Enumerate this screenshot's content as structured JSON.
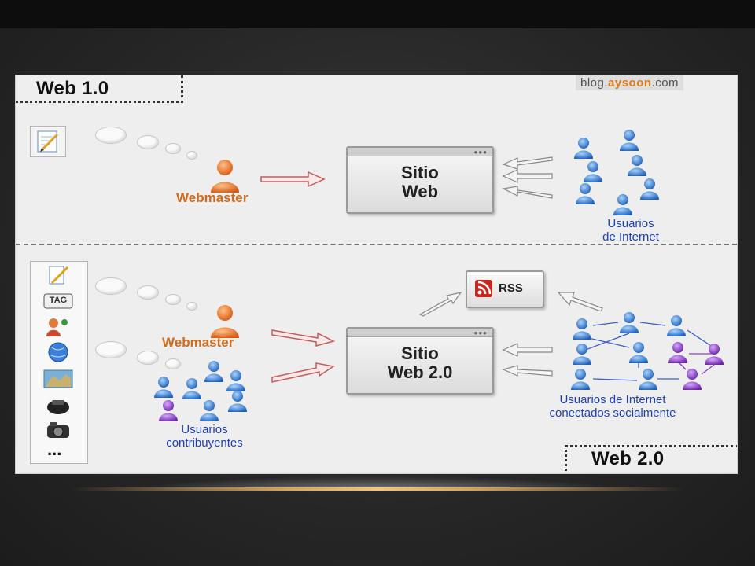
{
  "watermark": {
    "prefix": "blog.",
    "brand": "aysoon",
    "suffix": ".com"
  },
  "web1": {
    "title": "Web 1.0",
    "author_label": "Webmaster",
    "site_label_line1": "Sitio",
    "site_label_line2": "Web",
    "users_label_line1": "Usuarios",
    "users_label_line2": "de Internet"
  },
  "web2": {
    "title": "Web 2.0",
    "author_label": "Webmaster",
    "contributors_label_line1": "Usuarios",
    "contributors_label_line2": "contribuyentes",
    "site_label_line1": "Sitio",
    "site_label_line2": "Web 2.0",
    "rss_label": "RSS",
    "social_users_line1": "Usuarios de Internet",
    "social_users_line2": "conectados socialmente",
    "tools": [
      {
        "icon": "edit-document-icon"
      },
      {
        "icon": "tag-icon",
        "text": "TAG"
      },
      {
        "icon": "people-share-icon"
      },
      {
        "icon": "globe-icon"
      },
      {
        "icon": "map-icon"
      },
      {
        "icon": "phone-icon"
      },
      {
        "icon": "camera-icon"
      },
      {
        "icon": "more-icon",
        "text": "..."
      }
    ]
  },
  "colors": {
    "user_blue": "#2f7fd8",
    "user_purple": "#8a3fc8",
    "webmaster_orange": "#e0701e",
    "label_blue": "#1f3fb5",
    "label_orange": "#d26a1a"
  }
}
